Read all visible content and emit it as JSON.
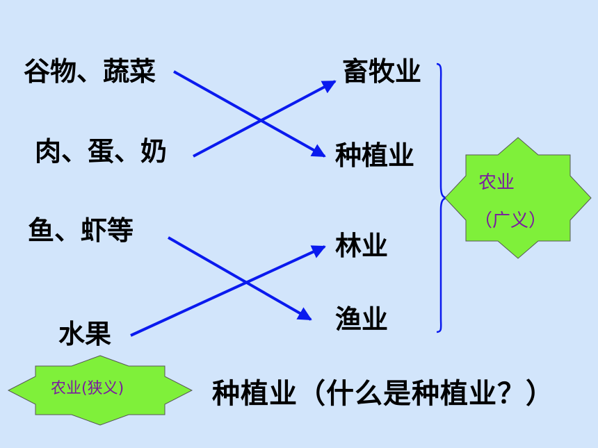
{
  "sources": [
    {
      "id": "grain",
      "label": "谷物、蔬菜"
    },
    {
      "id": "meat",
      "label": "肉、蛋、奶"
    },
    {
      "id": "fish",
      "label": "鱼、虾等"
    },
    {
      "id": "fruit",
      "label": "水果"
    }
  ],
  "targets": [
    {
      "id": "animal",
      "label": "畜牧业"
    },
    {
      "id": "plant",
      "label": "种植业"
    },
    {
      "id": "forest",
      "label": "林业"
    },
    {
      "id": "fishery",
      "label": "渔业"
    }
  ],
  "links": [
    {
      "from": "grain",
      "to": "plant"
    },
    {
      "from": "meat",
      "to": "animal"
    },
    {
      "from": "fish",
      "to": "fishery"
    },
    {
      "from": "fruit",
      "to": "forest"
    }
  ],
  "broad": {
    "line1": "农业",
    "line2": "（广义）"
  },
  "narrow": {
    "label": "农业(狭义)"
  },
  "question": "种植业（什么是种植业？）",
  "colors": {
    "background": "#d2e5fb",
    "arrow": "#0a1aee",
    "star_fill": "#7ff03a",
    "star_text": "#7a1aa0"
  }
}
